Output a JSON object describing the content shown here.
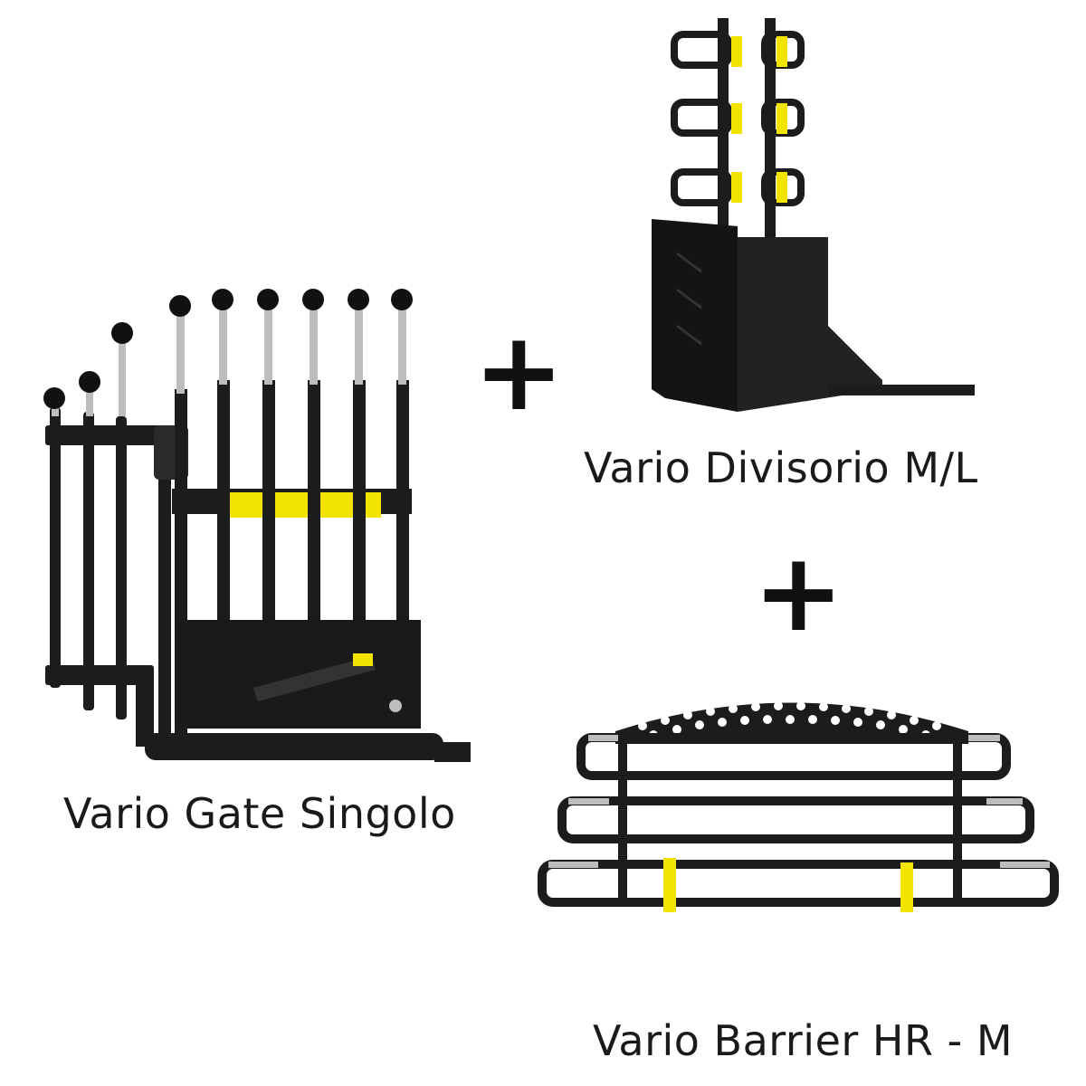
{
  "products": {
    "gate": {
      "label": "Vario Gate Singolo"
    },
    "divider": {
      "label": "Vario Divisorio M/L"
    },
    "barrier": {
      "label": "Vario Barrier HR - M"
    }
  },
  "plus_sign": "+",
  "colors": {
    "frame": "#1c1c1c",
    "accent_yellow": "#f2e300",
    "chrome": "#c4c4c4",
    "background": "#ffffff"
  }
}
